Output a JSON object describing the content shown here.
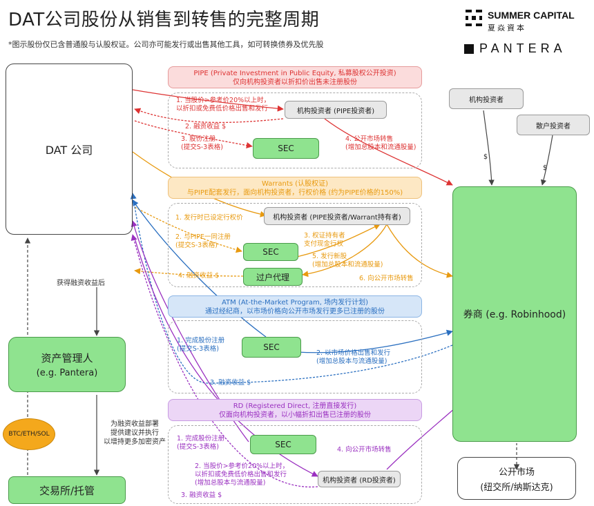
{
  "title": "DAT公司股份从销售到转售的完整周期",
  "subtitle": "*图示股份仅已含普通股与认股权证。公司亦可能发行或出售其他工具，如可转换债券及优先股",
  "logos": {
    "summer_en": "SUMMER CAPITAL",
    "summer_cn": "夏焱資本",
    "pantera": "PANTERA"
  },
  "nodes": {
    "dat": "DAT 公司",
    "asset_mgr_1": "资产管理人",
    "asset_mgr_2": "(e.g. Pantera)",
    "exchange": "交易所/托管",
    "btc": "BTC/ETH/SOL",
    "broker": "券商 (e.g. Robinhood)",
    "public_1": "公开市场",
    "public_2": "(纽交所/纳斯达克)",
    "inst_top": "机构投资者",
    "retail_top": "散户投资者",
    "dollar_1": "$",
    "dollar_2": "$"
  },
  "left_notes": {
    "after_financing": "获得融资收益后",
    "deploy_1": "为融资收益部署",
    "deploy_2": "提供建议并执行",
    "deploy_3": "以增持更多加密资产"
  },
  "pipe": {
    "header_1": "PIPE (Private Investment in Public Equity, 私募股权公开投资)",
    "header_2": "仅向机构投资者以折扣价出售未注册股份",
    "investor": "机构投资者 (PIPE投资者)",
    "sec": "SEC",
    "l1a": "1. 当股价>参考价20%以上时，",
    "l1b": "以折扣或免费低价格出售和发行",
    "l2": "2. 融资收益 $",
    "l3a": "3. 股份注册",
    "l3b": "(提交S-3表格)",
    "l4a": "4. 公开市场转售",
    "l4b": "(增加总股本和流通股量)"
  },
  "warrants": {
    "header_1": "Warrants (认股权证)",
    "header_2": "与PIPE配套发行，面向机构投资者，行权价格 (约为PIPE价格的150%)",
    "investor": "机构投资者 (PIPE投资者/Warrant持有者)",
    "sec": "SEC",
    "agent": "过户代理",
    "l1": "1. 发行时已设定行权价",
    "l2a": "2. 与PIPE一同注册",
    "l2b": "(提交S-3表格)",
    "l3a": "3. 权证持有者",
    "l3b": "支付现金行权",
    "l4": "4. 融资收益 $",
    "l5a": "5. 发行新股",
    "l5b": "(增加总股本和流通股量)",
    "l6": "6. 向公开市场转售"
  },
  "atm": {
    "header_1": "ATM (At-the-Market Program, 场内发行计划)",
    "header_2": "通过经纪商，以市场价格向公开市场发行更多已注册的股份",
    "sec": "SEC",
    "l1a": "1. 完成股份注册",
    "l1b": "(提交S-3表格)",
    "l2a": "2. 以市场价格出售和发行",
    "l2b": "(增加总股本与流通股量)",
    "l3": "3. 融资收益 $"
  },
  "rd": {
    "header_1": "RD (Registered Direct, 注册直接发行)",
    "header_2": "仅面向机构投资者，以小幅折扣出售已注册的股份",
    "sec": "SEC",
    "investor": "机构投资者 (RD投资者)",
    "l1a": "1. 完成股份注册",
    "l1b": "(提交S-3表格)",
    "l2a": "2. 当股价>参考价20%以上时，",
    "l2b": "以折扣或免费低价格出售和发行",
    "l2c": "(增加总股本与流通股量)",
    "l3": "3. 融资收益 $",
    "l4": "4. 向公开市场转售"
  },
  "colors": {
    "red": "#d33333",
    "orange": "#e89a10",
    "blue": "#2a6fc0",
    "purple": "#9a30c0",
    "green": "#8fe38f",
    "grey": "#e8e8e8"
  }
}
